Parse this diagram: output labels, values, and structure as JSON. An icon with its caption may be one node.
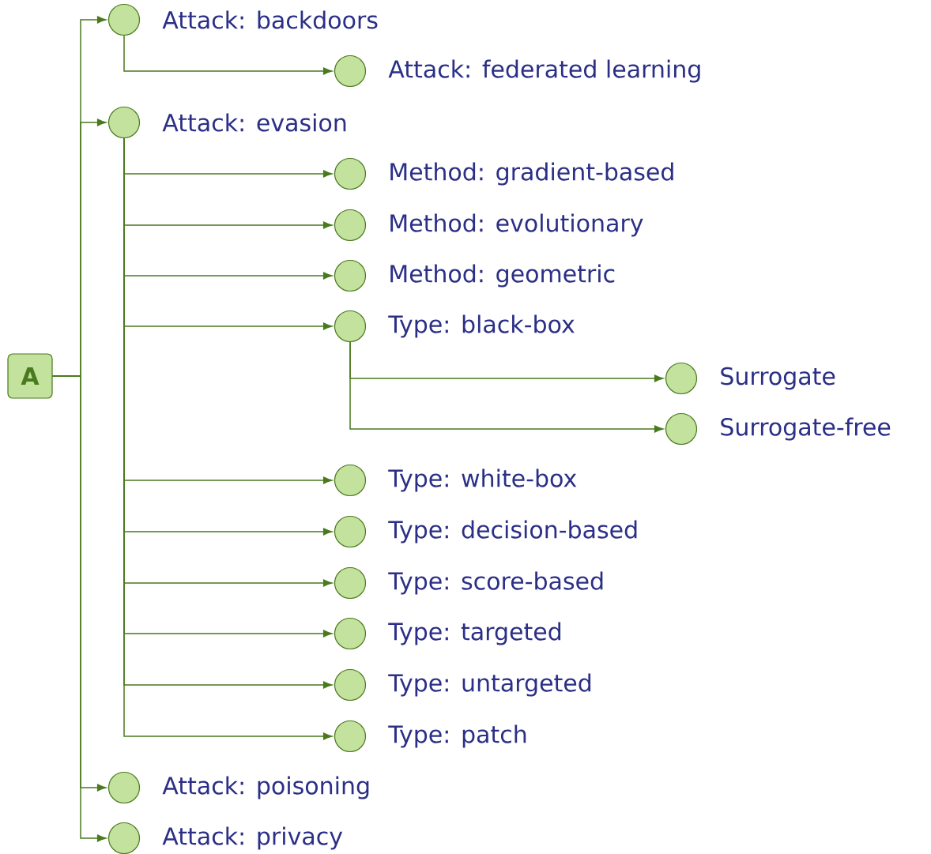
{
  "diagram": {
    "nodes": [
      {
        "text": [
          "A"
        ]
      },
      {
        "text": [],
        "shape": "circle",
        "beside": [
          "Attack: backdoors"
        ]
      },
      {
        "text": [],
        "shape": "circle",
        "beside": [
          "Attack: federated learning"
        ]
      },
      {
        "text": [],
        "shape": "circle",
        "beside": [
          "Attack: evasion"
        ]
      },
      {
        "text": [],
        "shape": "circle",
        "beside": [
          "Method: gradient-based"
        ]
      },
      {
        "text": [],
        "shape": "circle",
        "beside": [
          "Method: evolutionary"
        ]
      },
      {
        "text": [],
        "shape": "circle",
        "beside": [
          "Method: geometric"
        ]
      },
      {
        "text": [],
        "shape": "circle",
        "beside": [
          "Type: black-box"
        ]
      },
      {
        "text": [],
        "shape": "circle",
        "beside": [
          "Surrogate"
        ]
      },
      {
        "text": [],
        "shape": "circle",
        "beside": [
          "Surrogate-free"
        ]
      },
      {
        "text": [],
        "shape": "circle",
        "beside": [
          "Type: white-box"
        ]
      },
      {
        "text": [],
        "shape": "circle",
        "beside": [
          "Type: decision-based"
        ]
      },
      {
        "text": [],
        "shape": "circle",
        "beside": [
          "Type: score-based"
        ]
      },
      {
        "text": [],
        "shape": "circle",
        "beside": [
          "Type: targeted"
        ]
      },
      {
        "text": [],
        "shape": "circle",
        "beside": [
          "Type: untargeted"
        ]
      },
      {
        "text": [],
        "shape": "circle",
        "beside": [
          "Type: patch"
        ]
      },
      {
        "text": [],
        "shape": "circle",
        "beside": [
          "Attack: poisoning"
        ]
      },
      {
        "text": [],
        "shape": "circle",
        "beside": [
          "Attack: privacy"
        ]
      }
    ],
    "edges": [
      {
        "from": 0,
        "to": 1,
        "arrow": "to"
      },
      {
        "from": 1,
        "to": 2,
        "arrow": "to"
      },
      {
        "from": 0,
        "to": 3,
        "arrow": "to"
      },
      {
        "from": 3,
        "to": 4,
        "arrow": "to"
      },
      {
        "from": 3,
        "to": 5,
        "arrow": "to"
      },
      {
        "from": 3,
        "to": 6,
        "arrow": "to"
      },
      {
        "from": 3,
        "to": 7,
        "arrow": "to"
      },
      {
        "from": 7,
        "to": 8,
        "arrow": "to"
      },
      {
        "from": 7,
        "to": 9,
        "arrow": "to"
      },
      {
        "from": 3,
        "to": 10,
        "arrow": "to"
      },
      {
        "from": 3,
        "to": 11,
        "arrow": "to"
      },
      {
        "from": 3,
        "to": 12,
        "arrow": "to"
      },
      {
        "from": 3,
        "to": 13,
        "arrow": "to"
      },
      {
        "from": 3,
        "to": 14,
        "arrow": "to"
      },
      {
        "from": 3,
        "to": 15,
        "arrow": "to"
      },
      {
        "from": 0,
        "to": 16,
        "arrow": "to"
      },
      {
        "from": 0,
        "to": 17,
        "arrow": "to"
      }
    ]
  }
}
